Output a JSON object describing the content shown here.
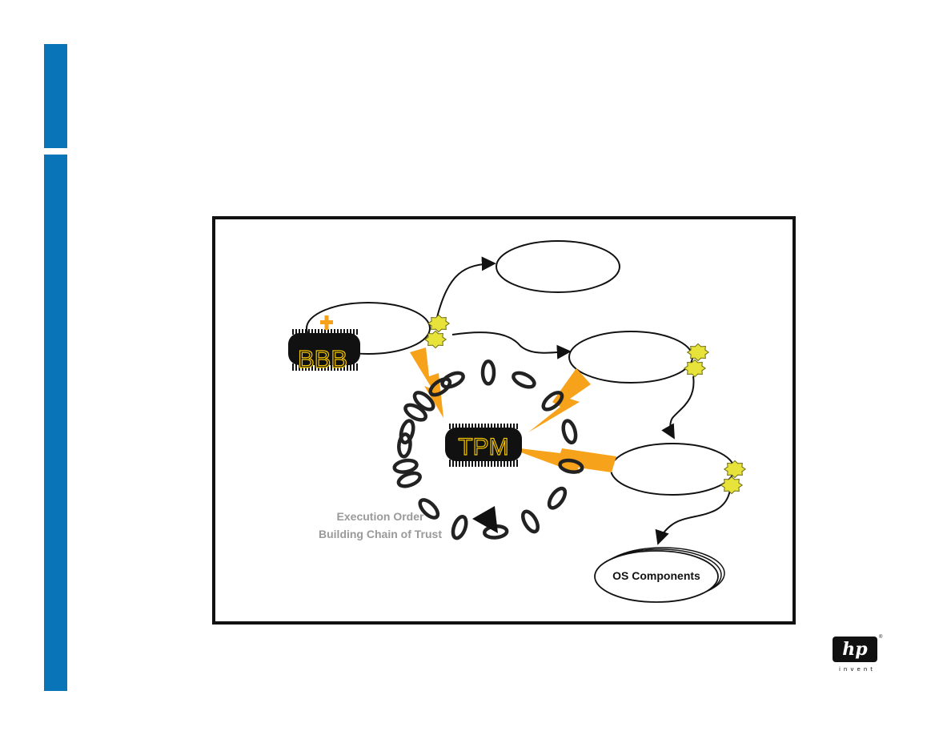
{
  "colors": {
    "sidebar": "#0a74b9",
    "chip": "#111111",
    "chip_label": "#f4c400",
    "bolt": "#f7a21b",
    "gear": "#e7e33a",
    "caption": "#9a9a9a"
  },
  "labels": {
    "bbb": "BBB",
    "tpm": "TPM",
    "os_components": "OS Components",
    "caption_line1": "Execution Order",
    "caption_line2": "Building Chain of Trust"
  },
  "logo": {
    "mark": "hp",
    "tagline": "invent",
    "registered": "®"
  },
  "icons": [
    "chip-icon",
    "gear-icon",
    "lightning-icon",
    "chain-icon",
    "plus-icon",
    "arrow-icon"
  ]
}
